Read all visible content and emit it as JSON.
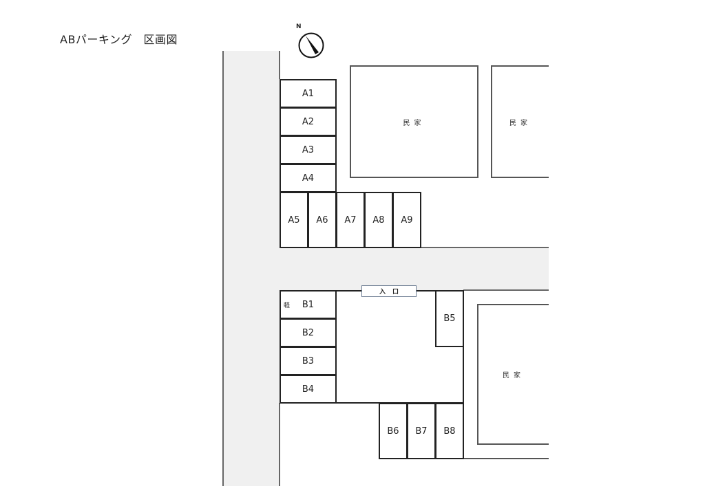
{
  "title": "ABパーキング　区画図",
  "compass": {
    "label": "N"
  },
  "entrance": {
    "label": "入口"
  },
  "houses": [
    {
      "label": "民家"
    },
    {
      "label": "民家"
    },
    {
      "label": "民家"
    }
  ],
  "lot_a": {
    "spaces": [
      "A1",
      "A2",
      "A3",
      "A4",
      "A5",
      "A6",
      "A7",
      "A8",
      "A9"
    ]
  },
  "lot_b": {
    "spaces": [
      "B1",
      "B2",
      "B3",
      "B4",
      "B5",
      "B6",
      "B7",
      "B8"
    ],
    "b1_note": "軽"
  },
  "colors": {
    "road": "#f0f0f0",
    "lines": "#222222"
  }
}
